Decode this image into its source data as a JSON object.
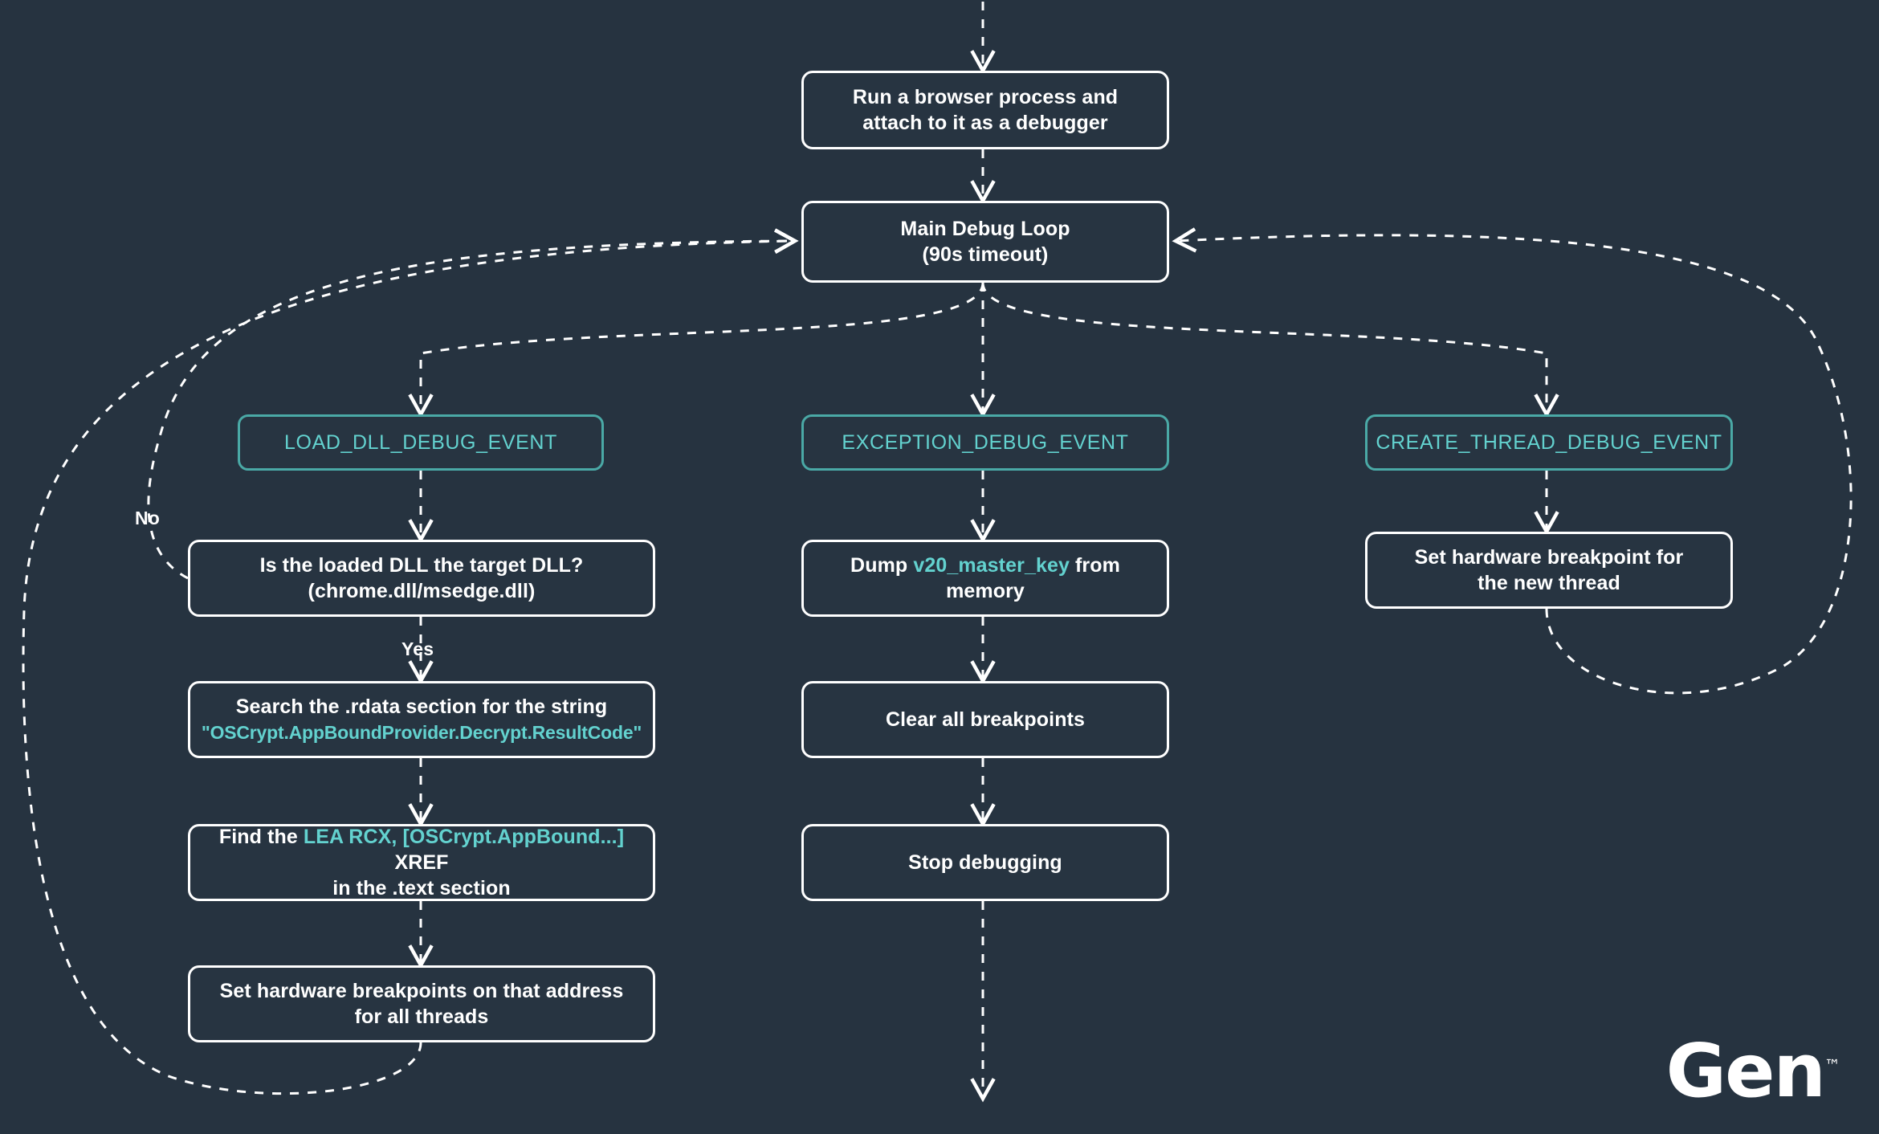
{
  "meta": {
    "background_color": "#263340",
    "node_border_color": "#ffffff",
    "event_border_color": "#4aa9a6",
    "accent_teal": "#63d2cf",
    "text_color": "#ffffff",
    "edge_color": "#ffffff",
    "edge_style": "dashed"
  },
  "brand": {
    "name": "Gen",
    "trademark": "™"
  },
  "nodes": {
    "start": {
      "line1": "Run a browser process and",
      "line2": "attach to it as a debugger"
    },
    "main_loop": {
      "line1": "Main Debug  Loop",
      "line2": "(90s timeout)"
    },
    "event_load_dll": {
      "label": "LOAD_DLL_DEBUG_EVENT"
    },
    "event_exception": {
      "label": "EXCEPTION_DEBUG_EVENT"
    },
    "event_create_thread": {
      "label": "CREATE_THREAD_DEBUG_EVENT"
    },
    "dll_check": {
      "line1": "Is the loaded DLL the target DLL?",
      "line2": "(chrome.dll/msedge.dll)"
    },
    "search_rdata": {
      "line1": "Search the .rdata section for the string",
      "line2_string": "\"OSCrypt.AppBoundProvider.Decrypt.ResultCode\""
    },
    "find_xref": {
      "line1_pre": "Find the ",
      "line1_code": "LEA RCX, [OSCrypt.AppBound...]",
      "line1_post": " XREF",
      "line2": "in the .text section"
    },
    "set_bp_all_threads": {
      "line1": "Set hardware breakpoints on that address",
      "line2": "for all threads"
    },
    "dump_key": {
      "line1_pre": "Dump ",
      "line1_code": "v20_master_key",
      "line1_post": " from",
      "line2": "memory"
    },
    "clear_breakpoints": {
      "line1": "Clear all breakpoints"
    },
    "stop_debugging": {
      "line1": "Stop debugging"
    },
    "set_bp_new_thread": {
      "line1": "Set hardware breakpoint for",
      "line2": "the new thread"
    }
  },
  "edge_labels": {
    "no": "No",
    "yes": "Yes"
  }
}
